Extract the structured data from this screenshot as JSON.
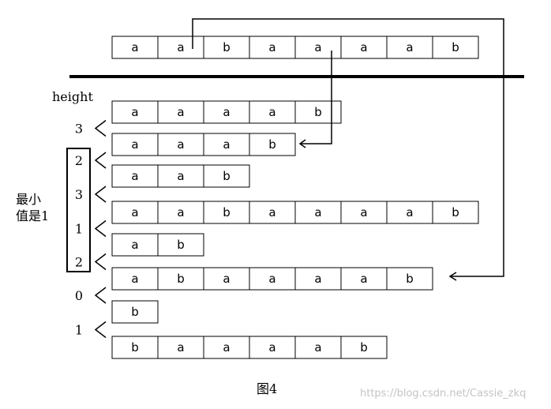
{
  "top_string": [
    "a",
    "a",
    "b",
    "a",
    "a",
    "a",
    "a",
    "b"
  ],
  "height_label": "height",
  "suffixes": [
    {
      "height": "3",
      "chars": [
        "a",
        "a",
        "a",
        "a",
        "b"
      ]
    },
    {
      "height": "2",
      "chars": [
        "a",
        "a",
        "a",
        "b"
      ]
    },
    {
      "height": "3",
      "chars": [
        "a",
        "a",
        "b"
      ]
    },
    {
      "height": "1",
      "chars": [
        "a",
        "a",
        "b",
        "a",
        "a",
        "a",
        "a",
        "b"
      ]
    },
    {
      "height": "2",
      "chars": [
        "a",
        "b"
      ]
    },
    {
      "height": "0",
      "chars": [
        "a",
        "b",
        "a",
        "a",
        "a",
        "a",
        "b"
      ]
    },
    {
      "height": "1",
      "chars": [
        "b"
      ]
    },
    {
      "height": "",
      "chars": [
        "b",
        "a",
        "a",
        "a",
        "a",
        "b"
      ]
    }
  ],
  "min_label_line1": "最小",
  "min_label_line2": "值是1",
  "caption": "图4",
  "watermark": "https://blog.csdn.net/Cassie_zkq"
}
